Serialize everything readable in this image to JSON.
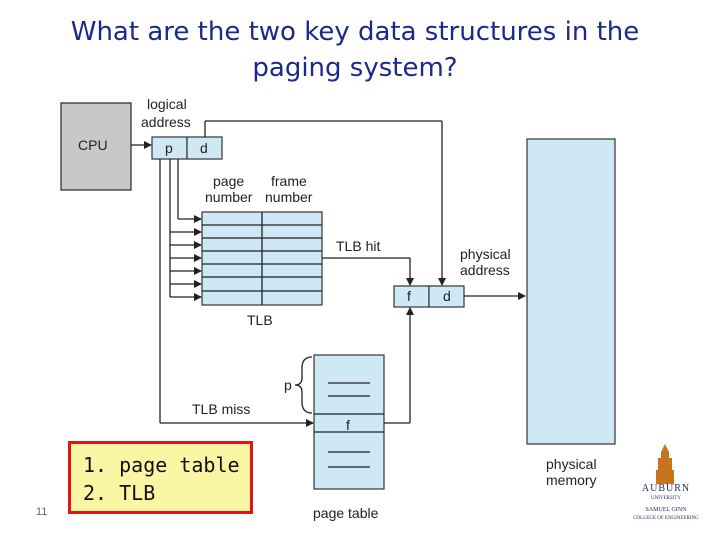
{
  "title": "What are the two key data structures in the paging system?",
  "slide_number": "11",
  "diagram": {
    "cpu": "CPU",
    "logical_address": [
      "logical",
      "address"
    ],
    "p": "p",
    "d": "d",
    "page_number": [
      "page",
      "number"
    ],
    "frame_number": [
      "frame",
      "number"
    ],
    "tlb": "TLB",
    "tlb_hit": "TLB hit",
    "physical_address": [
      "physical",
      "address"
    ],
    "f": "f",
    "tlb_miss": "TLB miss",
    "page_table": "page table",
    "physical_memory": [
      "physical",
      "memory"
    ]
  },
  "answers": [
    "1. page table",
    "2. TLB"
  ],
  "logo": {
    "name": "AUBURN",
    "line2": "UNIVERSITY",
    "line3": "SAMUEL GINN",
    "line4": "COLLEGE OF ENGINEERING"
  },
  "colors": {
    "title": "#1a2a8c",
    "diagram_fill": "#cfe8f5",
    "cpu_fill": "#c8c8c8",
    "answer_bg": "#fbf6a4",
    "answer_border": "#e01616",
    "logo": "#c8731e"
  }
}
